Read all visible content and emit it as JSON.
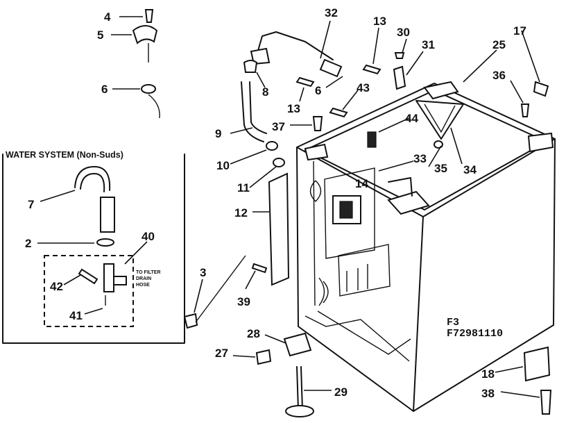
{
  "water_system": {
    "title": "WATER SYSTEM (Non-Suds)",
    "note_line1": "TO FILTER",
    "note_line2": "DRAIN",
    "note_line3": "HOSE"
  },
  "model_code": {
    "line1": "F3",
    "line2": "F72981110"
  },
  "parts": [
    {
      "id": "p4",
      "text": "4"
    },
    {
      "id": "p5",
      "text": "5"
    },
    {
      "id": "p6",
      "text": "6"
    },
    {
      "id": "p32",
      "text": "32"
    },
    {
      "id": "p13a",
      "text": "13"
    },
    {
      "id": "p30",
      "text": "30"
    },
    {
      "id": "p31",
      "text": "31"
    },
    {
      "id": "p17",
      "text": "17"
    },
    {
      "id": "p25",
      "text": "25"
    },
    {
      "id": "p36",
      "text": "36"
    },
    {
      "id": "p8",
      "text": "8"
    },
    {
      "id": "p6b",
      "text": "6"
    },
    {
      "id": "p43",
      "text": "43"
    },
    {
      "id": "p13b",
      "text": "13"
    },
    {
      "id": "p37",
      "text": "37"
    },
    {
      "id": "p44",
      "text": "44"
    },
    {
      "id": "p9",
      "text": "9"
    },
    {
      "id": "p10",
      "text": "10"
    },
    {
      "id": "p11",
      "text": "11"
    },
    {
      "id": "p33",
      "text": "33"
    },
    {
      "id": "p35",
      "text": "35"
    },
    {
      "id": "p34",
      "text": "34"
    },
    {
      "id": "p14",
      "text": "14"
    },
    {
      "id": "p7",
      "text": "7"
    },
    {
      "id": "p12",
      "text": "12"
    },
    {
      "id": "p2",
      "text": "2"
    },
    {
      "id": "p40",
      "text": "40"
    },
    {
      "id": "p42",
      "text": "42"
    },
    {
      "id": "p41",
      "text": "41"
    },
    {
      "id": "p3",
      "text": "3"
    },
    {
      "id": "p39",
      "text": "39"
    },
    {
      "id": "p28",
      "text": "28"
    },
    {
      "id": "p27",
      "text": "27"
    },
    {
      "id": "p29",
      "text": "29"
    },
    {
      "id": "p18",
      "text": "18"
    },
    {
      "id": "p38",
      "text": "38"
    }
  ]
}
